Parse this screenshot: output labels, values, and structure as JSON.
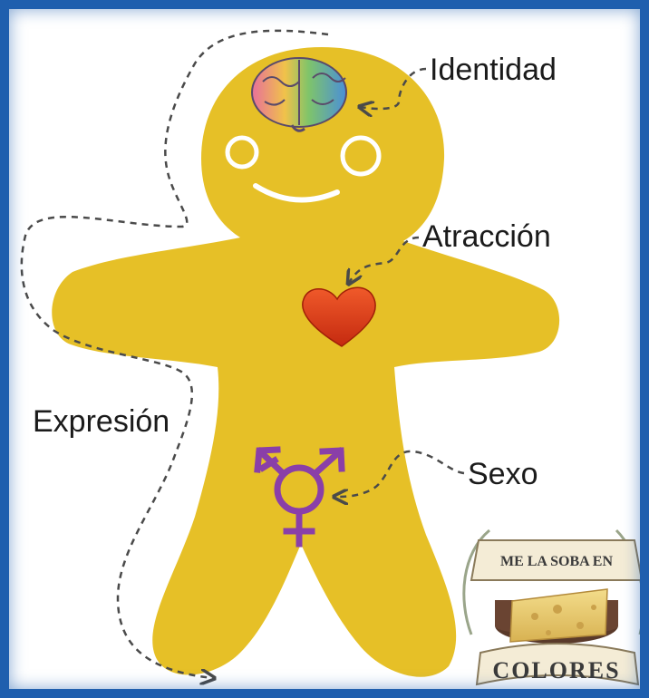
{
  "labels": {
    "identity": "Identidad",
    "attraction": "Atracción",
    "expression": "Expresión",
    "sex": "Sexo"
  },
  "badge": {
    "top_text": "ME LA SOBA EN",
    "bottom_text": "COLORES"
  },
  "icons": {
    "head": "brain-icon",
    "chest": "heart-icon",
    "groin": "transgender-symbol-icon"
  },
  "colors": {
    "body": "#e6c027",
    "frame": "#1f5fae",
    "heart": "#e0401c",
    "symbol": "#8a3fa8",
    "dash": "#4a4a4a"
  }
}
